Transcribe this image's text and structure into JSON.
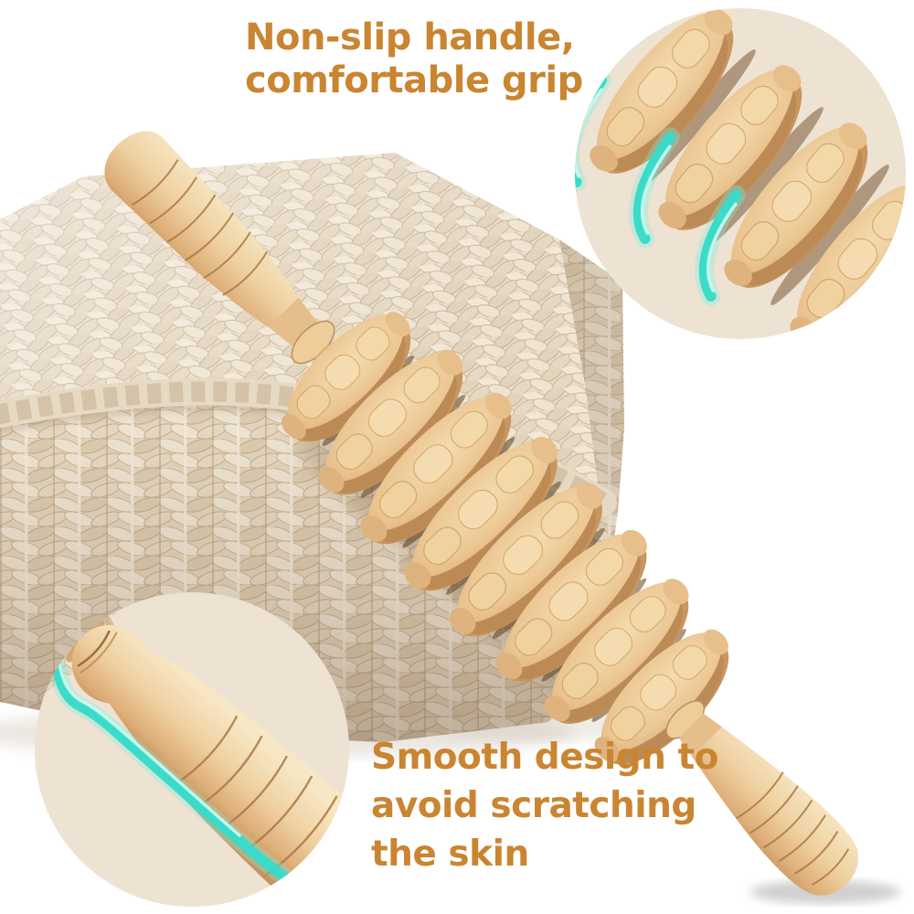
{
  "captions": {
    "top": {
      "line1": "Non-slip handle,",
      "line2": "comfortable grip"
    },
    "bottom": {
      "line1": "Smooth design to",
      "line2": "avoid scratching",
      "line3": "the skin"
    }
  },
  "annotations": {
    "top_right_inset": "close-up of wooden massage rollers with teal highlight arcs",
    "bottom_left_inset": "close-up of smooth wooden handle with teal contour line"
  },
  "icons": {
    "top_right_inset": "zoom-detail-circle",
    "bottom_left_inset": "zoom-detail-circle"
  },
  "colors": {
    "background": "#FFFFFF",
    "caption_text": "#CA8531",
    "highlight_teal": "#3ADCC9",
    "highlight_teal_glow": "#7FEEDC",
    "highlight_teal_light": "#CDFBF3",
    "inset_background": "#EEE2D3",
    "wood_light": "#F5E3BE",
    "wood_mid": "#E2B67F",
    "wood_dark": "#C4945C",
    "wood_line": "#A87A46",
    "basket_cream": "#E9DDC9",
    "basket_shadow": "#C3AE93"
  }
}
